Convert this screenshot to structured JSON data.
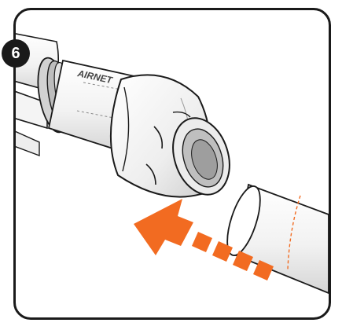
{
  "step": {
    "number": "6"
  },
  "brand": {
    "logo_text": "AIRNET"
  },
  "colors": {
    "outline": "#1a1a1a",
    "arrow": "#f26b21",
    "shade": "#d9d9d9",
    "badge_bg": "#1a1a1a",
    "badge_text": "#ffffff"
  },
  "arrow": {
    "direction": "up-left",
    "style": "solid-head-dashed-tail"
  },
  "icons": [
    "step-number-badge",
    "push-arrow"
  ]
}
